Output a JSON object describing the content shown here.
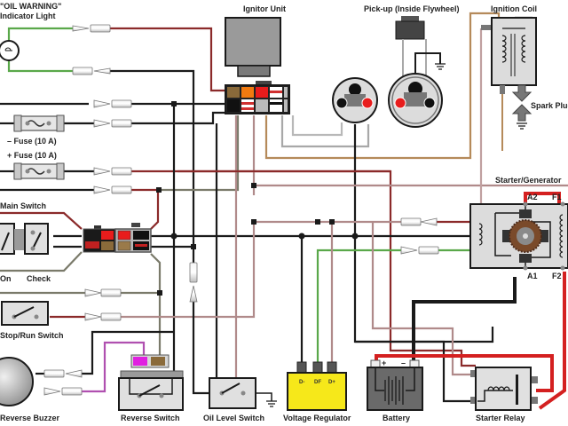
{
  "title": "Golf Cart Wiring Diagram",
  "labels": {
    "oil_warning": "\"OIL WARNING\"",
    "indicator_light": "Indicator Light",
    "ignitor_unit": "Ignitor Unit",
    "pickup": "Pick-up (Inside Flywheel)",
    "ignition_coil": "Ignition Coil",
    "spark_plug": "Spark Plug",
    "fuse_minus": "– Fuse (10 A)",
    "fuse_plus": "+ Fuse (10 A)",
    "main_switch": "Main Switch",
    "switch_on": "On",
    "switch_check": "Check",
    "starter_generator": "Starter/Generator",
    "stop_run_switch": "Stop/Run Switch",
    "reverse_buzzer": "Reverse Buzzer",
    "reverse_switch": "Reverse Switch",
    "oil_level_switch": "Oil Level Switch",
    "voltage_regulator": "Voltage Regulator",
    "battery": "Battery",
    "starter_relay": "Starter Relay"
  },
  "terminals": {
    "a2": "A2",
    "f1": "F1",
    "a1": "A1",
    "f2": "F2",
    "reg_dminus": "D-",
    "reg_df": "DF",
    "reg_dplus": "D+",
    "bat_plus": "+",
    "bat_minus": "–"
  },
  "colors": {
    "wire_black": "#1a1a1a",
    "wire_red": "#8b2a2a",
    "wire_bright_red": "#d42020",
    "wire_green": "#5aa84a",
    "wire_pink": "#b08a8a",
    "wire_grey": "#a8a8a8",
    "wire_tan": "#b58a5a",
    "wire_olive": "#7a7a6a",
    "wire_magenta": "#b050b0",
    "regulator_yellow": "#f6e81a",
    "ignitor_grey": "#9a9a9a"
  }
}
